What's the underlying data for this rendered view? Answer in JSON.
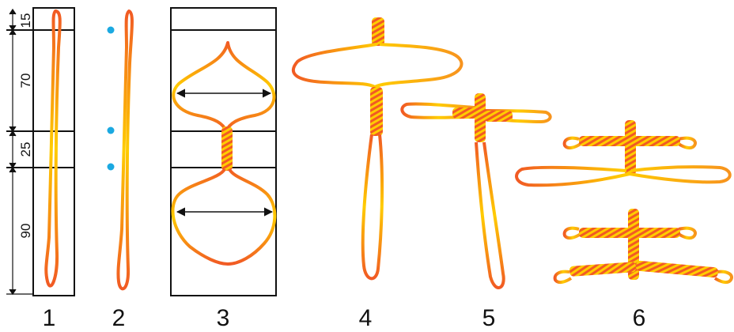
{
  "dimensions": {
    "top": "15",
    "upper_loop": "70",
    "twist": "25",
    "lower_loop": "90"
  },
  "steps": [
    "1",
    "2",
    "3",
    "4",
    "5",
    "6"
  ],
  "colors": {
    "cord_start": "#f15a24",
    "cord_end": "#ffcc00",
    "marker": "#1ba9e1",
    "frame": "#111111"
  }
}
